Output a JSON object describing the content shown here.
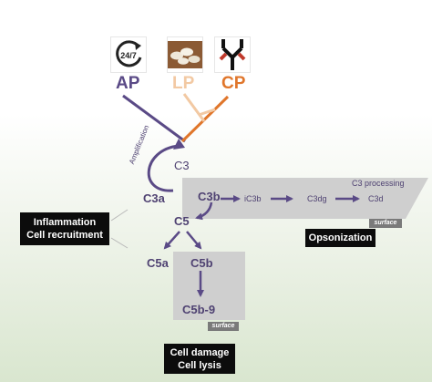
{
  "pathways": {
    "ap": {
      "label": "AP",
      "icon": "24-7-clock-icon",
      "icon_text": "24/7",
      "color": "#5a4a86"
    },
    "lp": {
      "label": "LP",
      "icon": "lectin-beans-icon",
      "color": "#f2c9a3"
    },
    "cp": {
      "label": "CP",
      "icon": "antibody-icon",
      "color": "#e0762b"
    }
  },
  "nodes": {
    "c3": "C3",
    "amplification": "Amplification",
    "c3a": "C3a",
    "c3b": "C3b",
    "ic3b": "iC3b",
    "c3dg": "C3dg",
    "c3d": "C3d",
    "c3_processing": "C3 processing",
    "c5": "C5",
    "c5a": "C5a",
    "c5b": "C5b",
    "c5b9": "C5b-9"
  },
  "boxes": {
    "inflammation": [
      "Inflammation",
      "Cell recruitment"
    ],
    "opsonization": "Opsonization",
    "cell_damage": [
      "Cell damage",
      "Cell lysis"
    ]
  },
  "surface_tags": [
    "surface",
    "surface"
  ],
  "colors": {
    "arrow": "#5a4a86",
    "panel": "#cfcfcf",
    "box": "#0c0c0c",
    "tag": "#7a7a7a"
  }
}
